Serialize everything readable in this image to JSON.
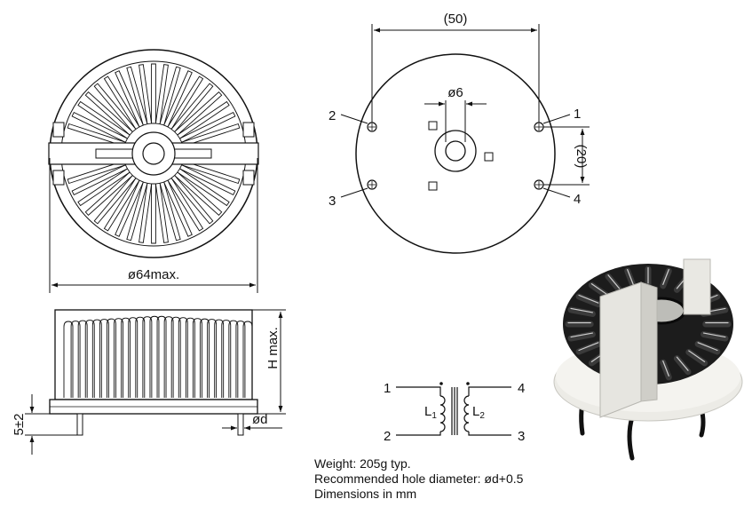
{
  "top_view": {
    "diameter_label": "ø64max."
  },
  "side_view": {
    "height_label": "H max.",
    "standoff_label": "5±2",
    "lead_label": "ød"
  },
  "footprint": {
    "width_label": "(50)",
    "center_hole_label": "ø6",
    "pin_spacing_label": "(20)",
    "pins": [
      "1",
      "2",
      "3",
      "4"
    ]
  },
  "schematic": {
    "pins": [
      "1",
      "2",
      "3",
      "4"
    ],
    "inductor_1": "L",
    "inductor_1_sub": "1",
    "inductor_2": "L",
    "inductor_2_sub": "2"
  },
  "notes": {
    "weight": "Weight: 205g typ.",
    "hole": "Recommended hole diameter: ød+0.5",
    "units": "Dimensions in mm"
  }
}
